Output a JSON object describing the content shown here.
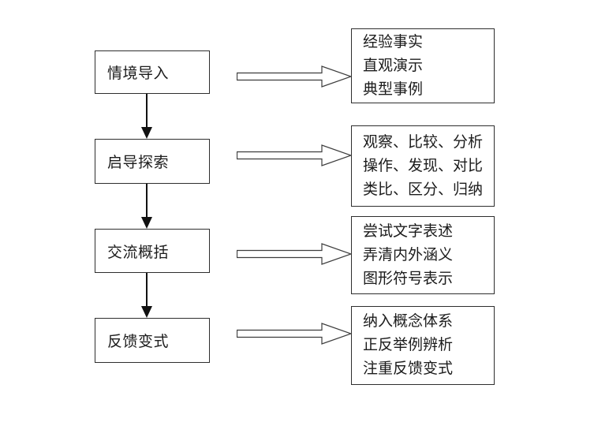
{
  "diagram": {
    "title": "concept-teaching-flowchart",
    "colors": {
      "background": "#ffffff",
      "box_border": "#2e2e2e",
      "text": "#1c1c1c",
      "arrow_outline": "#3d3d3d",
      "arrow_solid": "#111111"
    },
    "steps": [
      {
        "label": "情境导入",
        "details": [
          "经验事实",
          "直观演示",
          "典型事例"
        ]
      },
      {
        "label": "启导探索",
        "details": [
          "观察、比较、分析",
          "操作、发现、对比",
          "类比、区分、归纳"
        ]
      },
      {
        "label": "交流概括",
        "details": [
          "尝试文字表述",
          "弄清内外涵义",
          "图形符号表示"
        ]
      },
      {
        "label": "反馈变式",
        "details": [
          "纳入概念体系",
          "正反举例辨析",
          "注重反馈变式"
        ]
      }
    ],
    "icons": {
      "down_arrow": "solid-down-arrow",
      "right_arrow": "hollow-right-arrow"
    }
  }
}
